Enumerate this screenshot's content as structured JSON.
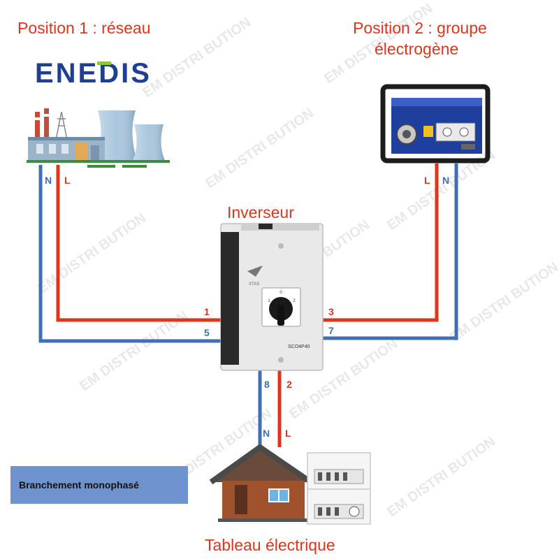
{
  "title_position1": "Position 1 : réseau",
  "title_position2_line1": "Position 2 : groupe",
  "title_position2_line2": "électrogène",
  "logo_text": "ENEDIS",
  "title_inverter": "Inverseur",
  "title_panel": "Tableau électrique",
  "inverter_model": "SCO4P40",
  "inverter_brand": "XTAS",
  "badge_text": "Branchement monophasé",
  "wires": {
    "grid_neutral": "N",
    "grid_live": "L",
    "gen_live": "L",
    "gen_neutral": "N",
    "house_neutral": "N",
    "house_live": "L",
    "term_1": "1",
    "term_3": "3",
    "term_5": "5",
    "term_7": "7",
    "term_8": "8",
    "term_2": "2"
  },
  "watermark": "EM DISTRI BUTION",
  "colors": {
    "live": "#e2341d",
    "neutral": "#3f6fb8",
    "title": "#e2341d",
    "badge": "#6f93cf",
    "logo_blue": "#1f3f94",
    "logo_green": "#8dc63f"
  }
}
